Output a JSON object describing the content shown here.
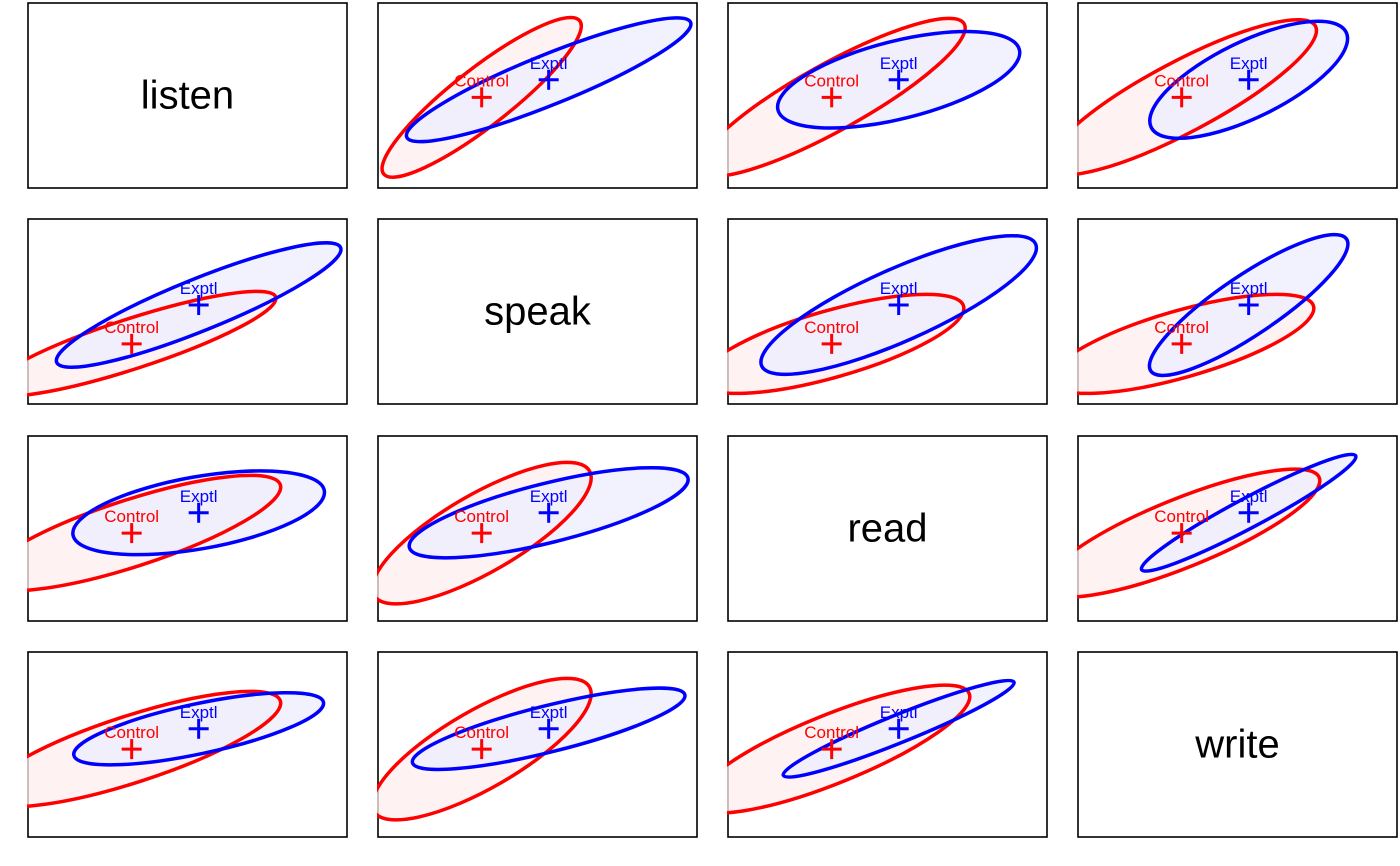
{
  "chart_data": {
    "type": "scatter",
    "subtype": "pairwise data ellipses (HE-plot style scatterplot matrix)",
    "variables": [
      "listen",
      "speak",
      "read",
      "write"
    ],
    "groups": [
      {
        "name": "Control",
        "color": "#ff0000",
        "fill": "#ffeeee"
      },
      {
        "name": "Exptl",
        "color": "#0000ff",
        "fill": "#eeeeff"
      }
    ],
    "pairs": [
      {
        "row": 0,
        "col": 1,
        "y": "listen",
        "x": "speak",
        "Control": {
          "cx": -0.35,
          "cy": -0.02,
          "rx": 0.78,
          "ry": 0.31,
          "angle": -38
        },
        "Exptl": {
          "cx": 0.07,
          "cy": 0.17,
          "rx": 0.96,
          "ry": 0.27,
          "angle": -22
        }
      },
      {
        "row": 0,
        "col": 2,
        "y": "listen",
        "x": "read",
        "Control": {
          "cx": -0.35,
          "cy": -0.02,
          "rx": 0.95,
          "ry": 0.36,
          "angle": -29
        },
        "Exptl": {
          "cx": 0.07,
          "cy": 0.17,
          "rx": 0.78,
          "ry": 0.42,
          "angle": -14
        }
      },
      {
        "row": 0,
        "col": 3,
        "y": "listen",
        "x": "write",
        "Control": {
          "cx": -0.35,
          "cy": -0.02,
          "rx": 0.95,
          "ry": 0.38,
          "angle": -28
        },
        "Exptl": {
          "cx": 0.07,
          "cy": 0.17,
          "rx": 0.68,
          "ry": 0.41,
          "angle": -26
        }
      },
      {
        "row": 1,
        "col": 0,
        "y": "speak",
        "x": "listen",
        "Control": {
          "cx": -0.35,
          "cy": -0.35,
          "rx": 0.95,
          "ry": 0.27,
          "angle": -18
        },
        "Exptl": {
          "cx": 0.07,
          "cy": 0.07,
          "rx": 0.96,
          "ry": 0.28,
          "angle": -22
        }
      },
      {
        "row": 1,
        "col": 2,
        "y": "speak",
        "x": "read",
        "Control": {
          "cx": -0.35,
          "cy": -0.35,
          "rx": 0.86,
          "ry": 0.36,
          "angle": -16
        },
        "Exptl": {
          "cx": 0.07,
          "cy": 0.07,
          "rx": 0.94,
          "ry": 0.39,
          "angle": -24
        }
      },
      {
        "row": 1,
        "col": 3,
        "y": "speak",
        "x": "write",
        "Control": {
          "cx": -0.35,
          "cy": -0.35,
          "rx": 0.86,
          "ry": 0.36,
          "angle": -16
        },
        "Exptl": {
          "cx": 0.07,
          "cy": 0.07,
          "rx": 0.74,
          "ry": 0.32,
          "angle": -34
        }
      },
      {
        "row": 2,
        "col": 0,
        "y": "read",
        "x": "listen",
        "Control": {
          "cx": -0.35,
          "cy": -0.05,
          "rx": 0.98,
          "ry": 0.36,
          "angle": -18
        },
        "Exptl": {
          "cx": 0.07,
          "cy": 0.17,
          "rx": 0.8,
          "ry": 0.39,
          "angle": -10
        }
      },
      {
        "row": 2,
        "col": 1,
        "y": "read",
        "x": "speak",
        "Control": {
          "cx": -0.35,
          "cy": -0.05,
          "rx": 0.78,
          "ry": 0.42,
          "angle": -30
        },
        "Exptl": {
          "cx": 0.07,
          "cy": 0.17,
          "rx": 0.9,
          "ry": 0.32,
          "angle": -14
        }
      },
      {
        "row": 2,
        "col": 3,
        "y": "read",
        "x": "write",
        "Control": {
          "cx": -0.35,
          "cy": -0.05,
          "rx": 0.93,
          "ry": 0.37,
          "angle": -22
        },
        "Exptl": {
          "cx": 0.07,
          "cy": 0.17,
          "rx": 0.76,
          "ry": 0.16,
          "angle": -28
        }
      },
      {
        "row": 3,
        "col": 0,
        "y": "write",
        "x": "listen",
        "Control": {
          "cx": -0.35,
          "cy": -0.05,
          "rx": 0.98,
          "ry": 0.36,
          "angle": -18
        },
        "Exptl": {
          "cx": 0.07,
          "cy": 0.17,
          "rx": 0.8,
          "ry": 0.27,
          "angle": -12
        }
      },
      {
        "row": 3,
        "col": 1,
        "y": "write",
        "x": "speak",
        "Control": {
          "cx": -0.35,
          "cy": -0.05,
          "rx": 0.78,
          "ry": 0.42,
          "angle": -30
        },
        "Exptl": {
          "cx": 0.07,
          "cy": 0.17,
          "rx": 0.88,
          "ry": 0.25,
          "angle": -14
        }
      },
      {
        "row": 3,
        "col": 2,
        "y": "write",
        "x": "read",
        "Control": {
          "cx": -0.35,
          "cy": -0.05,
          "rx": 0.93,
          "ry": 0.37,
          "angle": -22
        },
        "Exptl": {
          "cx": 0.07,
          "cy": 0.17,
          "rx": 0.78,
          "ry": 0.15,
          "angle": -22
        }
      }
    ],
    "axes": "none",
    "grid": false,
    "legend": "none (group labels drawn at means)"
  }
}
